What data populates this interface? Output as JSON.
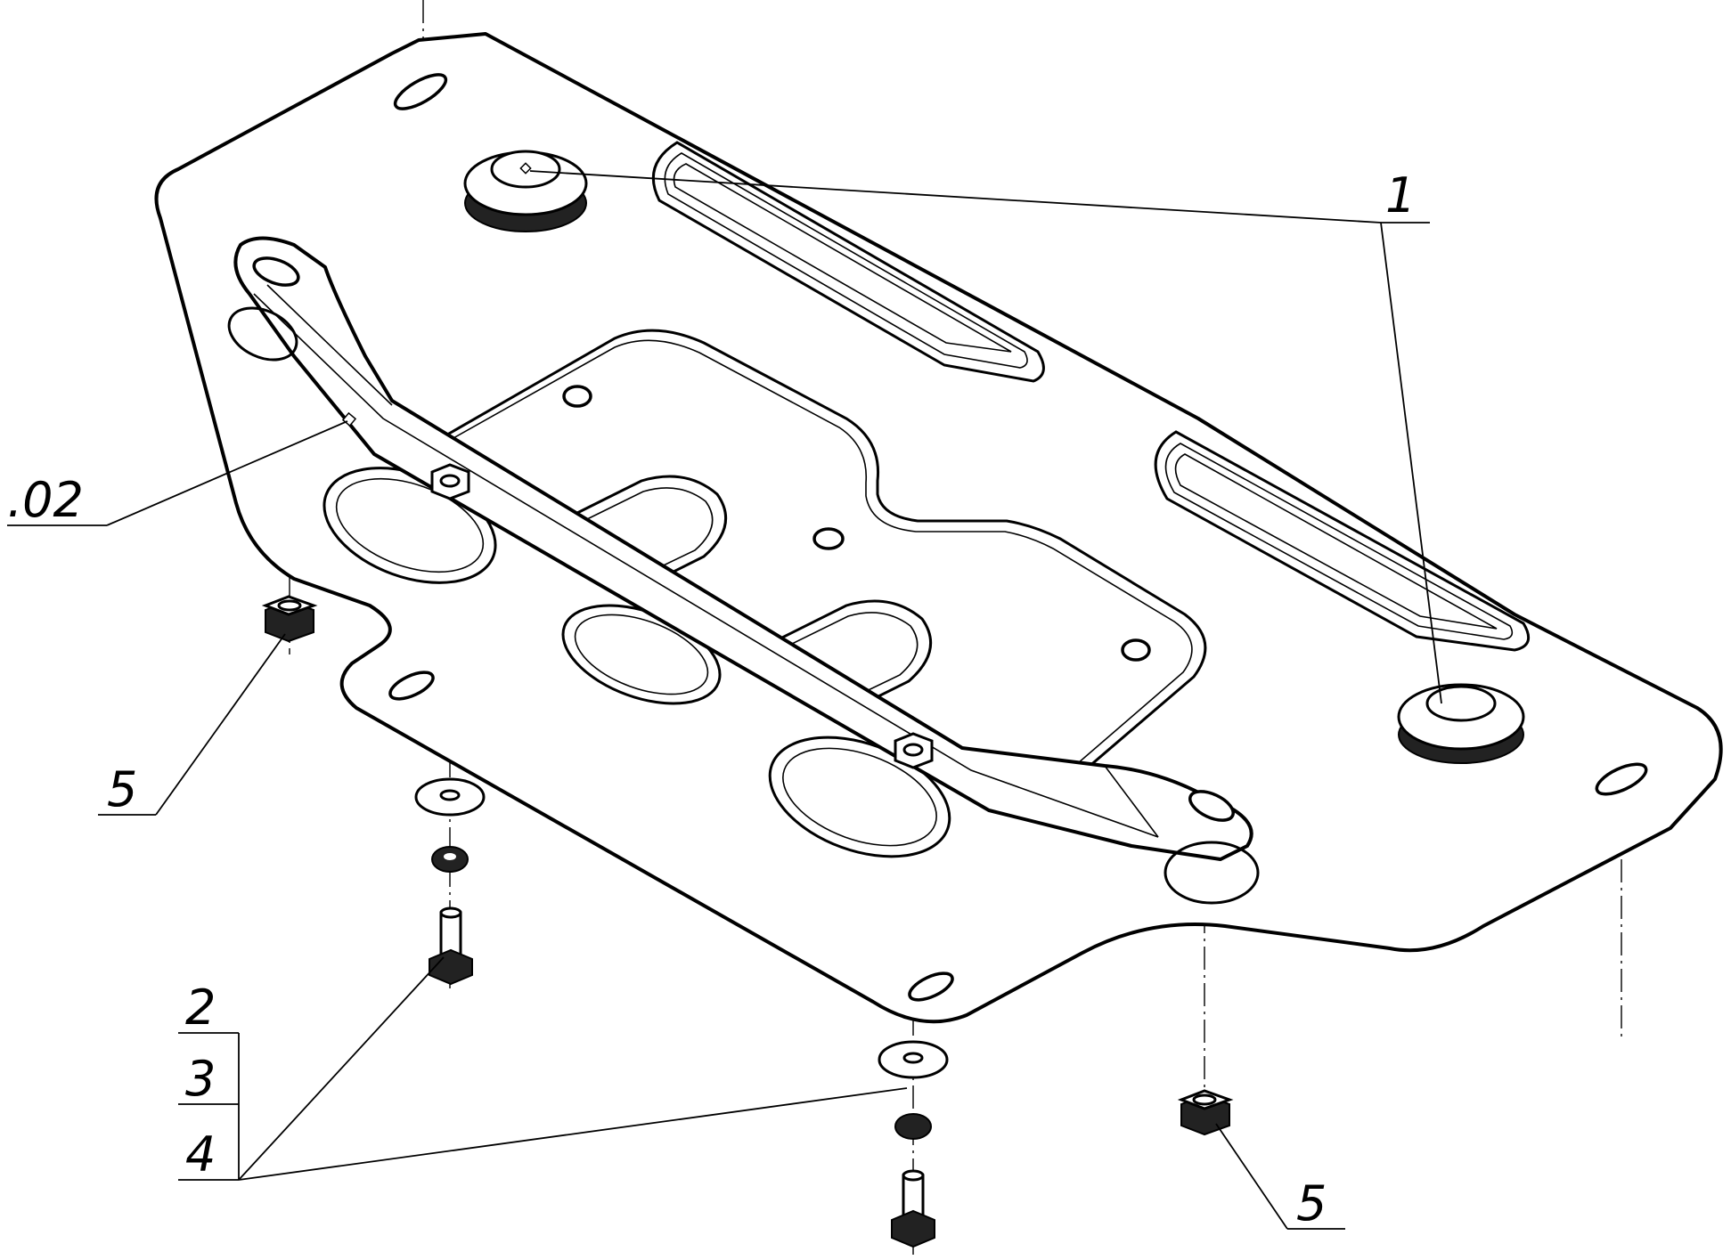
{
  "callouts": {
    "part_1": "1",
    "part_02": ".02",
    "part_5_left": "5",
    "part_5_right": "5",
    "part_2": "2",
    "part_3": "3",
    "part_4": "4"
  },
  "colors": {
    "line": "#000000",
    "background": "#ffffff"
  }
}
